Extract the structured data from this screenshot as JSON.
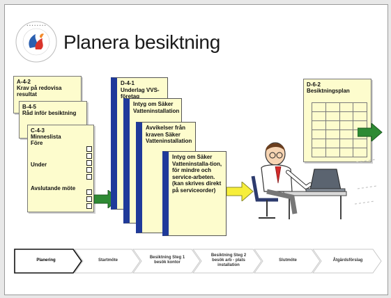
{
  "slide": {
    "title": "Planera besiktning",
    "logo_text": "SVENSKA RÖRFIRMAN"
  },
  "docs": {
    "a": {
      "code": "A-4-2",
      "text": "Krav på redovisa resultat"
    },
    "b": {
      "code": "B-4-5",
      "text": "Råd inför besiktning"
    },
    "c": {
      "code": "C-4-3",
      "text": "Minneslista",
      "fore": "Före",
      "under": "Under",
      "avslut": "Avslutande möte"
    },
    "d1": {
      "code": "D-4-1",
      "text": "Underlag VVS-företag"
    },
    "d2": {
      "text": "Intyg om Säker Vatteninstallation"
    },
    "d3": {
      "text": "Avvikelser från kraven Säker Vatteninstallation"
    },
    "d4": {
      "text": "Intyg om Säker Vatteninstalla-tion, för mindre och service-arbeten. (kan skrives direkt på serviceorder)"
    },
    "d6": {
      "code": "D-6-2",
      "text": "Besiktningsplan"
    }
  },
  "process_steps": [
    {
      "label": "Planering",
      "active": true
    },
    {
      "label": "Startmöte",
      "active": false
    },
    {
      "label": "Besiktning Steg 1 besök kontor",
      "active": false
    },
    {
      "label": "Besiktning Steg 2 besök arb - plats installation",
      "active": false
    },
    {
      "label": "Slutmöte",
      "active": false
    },
    {
      "label": "Åtgärdsförslag",
      "active": false
    }
  ],
  "colors": {
    "doc_fill": "#fdfccd",
    "blue_edge": "#1f3a9a",
    "green_arrow": "#2e8a34",
    "yellow_arrow": "#f7ee3a"
  }
}
